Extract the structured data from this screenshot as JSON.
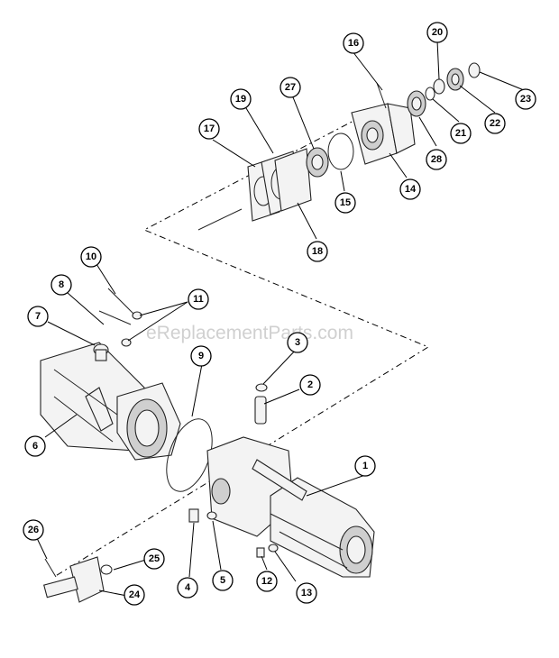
{
  "watermark": "eReplacementParts.com",
  "callouts": [
    {
      "label": "1"
    },
    {
      "label": "2"
    },
    {
      "label": "3"
    },
    {
      "label": "4"
    },
    {
      "label": "5"
    },
    {
      "label": "6"
    },
    {
      "label": "7"
    },
    {
      "label": "8"
    },
    {
      "label": "9"
    },
    {
      "label": "10"
    },
    {
      "label": "11"
    },
    {
      "label": "12"
    },
    {
      "label": "13"
    },
    {
      "label": "14"
    },
    {
      "label": "15"
    },
    {
      "label": "16"
    },
    {
      "label": "17"
    },
    {
      "label": "18"
    },
    {
      "label": "19"
    },
    {
      "label": "20"
    },
    {
      "label": "21"
    },
    {
      "label": "22"
    },
    {
      "label": "23"
    },
    {
      "label": "24"
    },
    {
      "label": "25"
    },
    {
      "label": "26"
    },
    {
      "label": "27"
    },
    {
      "label": "28"
    }
  ]
}
